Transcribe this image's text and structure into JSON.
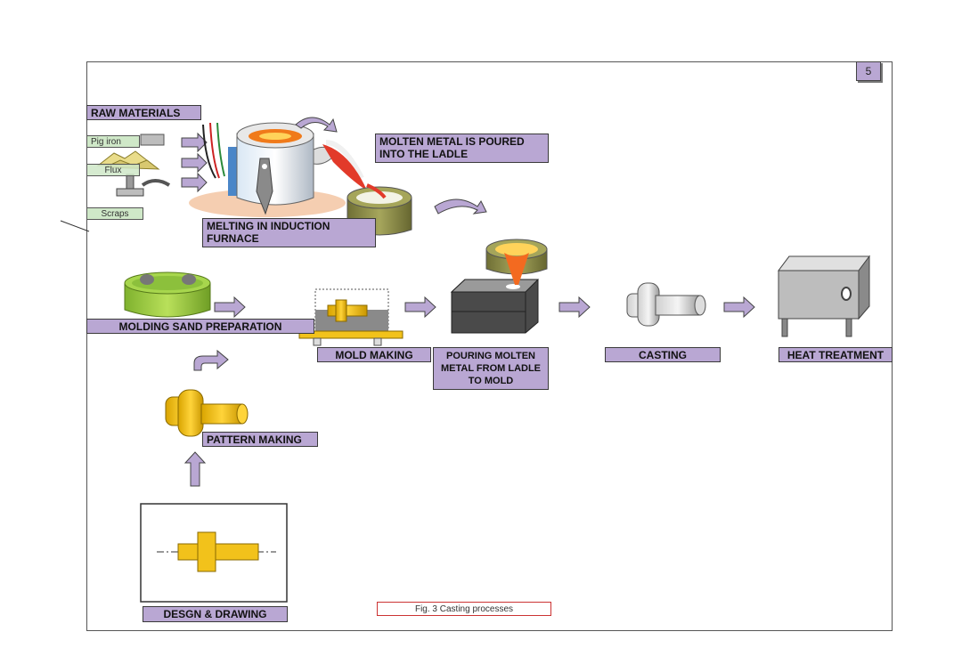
{
  "page_number": "5",
  "labels": {
    "raw_materials": "RAW MATERIALS",
    "pig_iron": "Pig iron",
    "flux": "Flux",
    "scraps": "Scraps",
    "melting": "MELTING IN INDUCTION FURNACE",
    "molten_poured": "MOLTEN METAL IS POURED INTO THE LADLE",
    "molding_sand": "MOLDING SAND PREPARATION",
    "mold_making": "MOLD MAKING",
    "pouring": "POURING MOLTEN METAL FROM LADLE TO MOLD",
    "casting": "CASTING",
    "heat_treatment": "HEAT TREATMENT",
    "pattern_making": "PATTERN MAKING",
    "design_drawing": "DESGN & DRAWING"
  },
  "caption": "Fig. 3  Casting  processes",
  "colors": {
    "label_fill": "#b9a7d3",
    "arrow_fill": "#b9a7d3",
    "pattern_yellow": "#f2c21b",
    "sand_green": "#9ccc48",
    "ladle_olive": "#8c8c4a",
    "molten_orange": "#f36a20",
    "mold_gray": "#555555",
    "oven_gray": "#c8c8c8"
  }
}
